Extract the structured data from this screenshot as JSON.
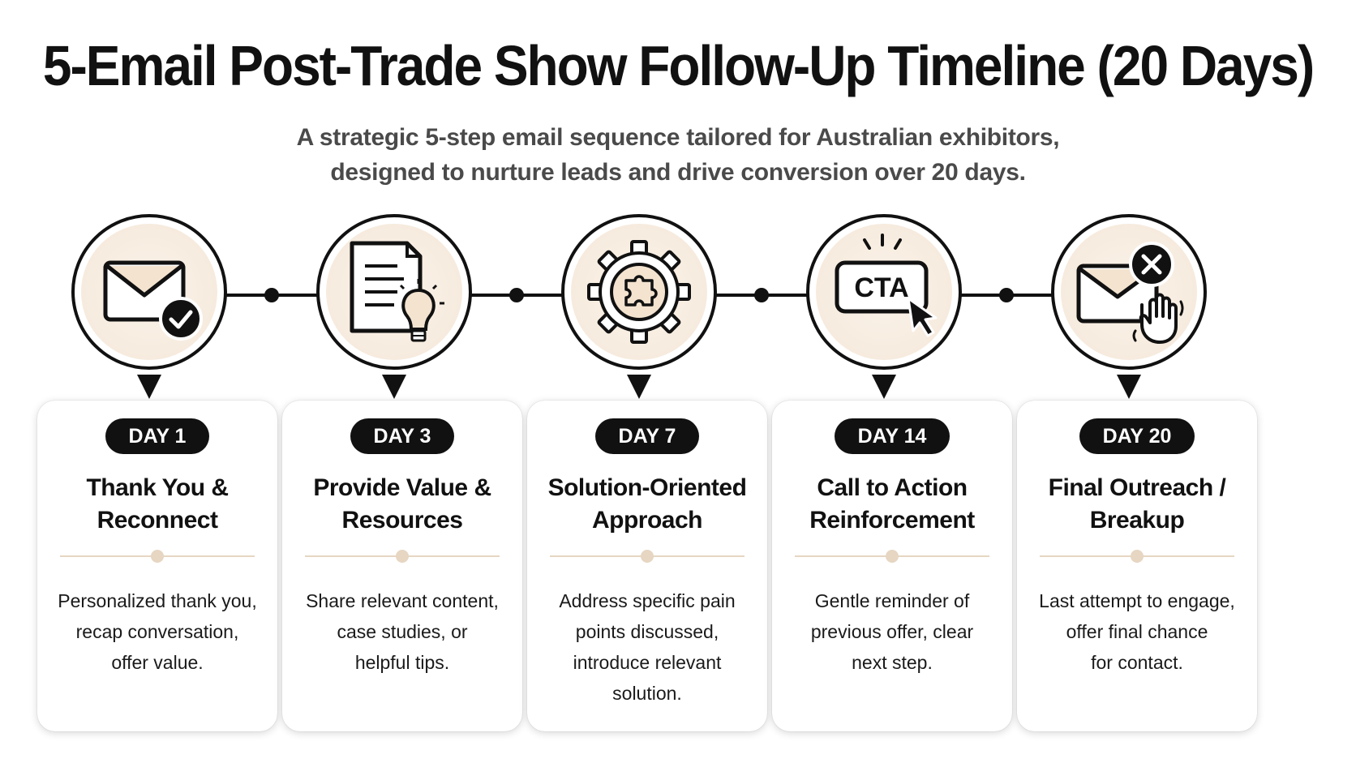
{
  "title": "5-Email Post-Trade Show Follow-Up Timeline (20 Days)",
  "subtitle": {
    "line1": "A strategic 5-step email sequence tailored for Australian exhibitors,",
    "line2": "designed to nurture leads and drive conversion over 20 days."
  },
  "colors": {
    "ink": "#111111",
    "accent_beige": "#e6d6c2",
    "node_fill": "#f6ebde",
    "subtitle": "#4a4a4a"
  },
  "steps": [
    {
      "day": "DAY 1",
      "title_lines": [
        "Thank You &",
        "Reconnect"
      ],
      "desc_lines": [
        "Personalized thank you,",
        "recap conversation,",
        "offer value."
      ],
      "icon": "envelope-check-icon"
    },
    {
      "day": "DAY 3",
      "title_lines": [
        "Provide Value &",
        "Resources"
      ],
      "desc_lines": [
        "Share relevant content,",
        "case studies, or",
        "helpful tips."
      ],
      "icon": "document-lightbulb-icon"
    },
    {
      "day": "DAY 7",
      "title_lines": [
        "Solution-Oriented",
        "Approach"
      ],
      "desc_lines": [
        "Address specific pain",
        "points discussed,",
        "introduce relevant",
        "solution."
      ],
      "icon": "gear-puzzle-icon"
    },
    {
      "day": "DAY 14",
      "title_lines": [
        "Call to Action",
        "Reinforcement"
      ],
      "desc_lines": [
        "Gentle reminder of",
        "previous offer, clear",
        "next step."
      ],
      "icon": "cta-button-cursor-icon",
      "icon_text": "CTA"
    },
    {
      "day": "DAY 20",
      "title_lines": [
        "Final Outreach /",
        "Breakup"
      ],
      "desc_lines": [
        "Last attempt to engage,",
        "offer final chance",
        "for contact."
      ],
      "icon": "envelope-close-wave-icon"
    }
  ]
}
